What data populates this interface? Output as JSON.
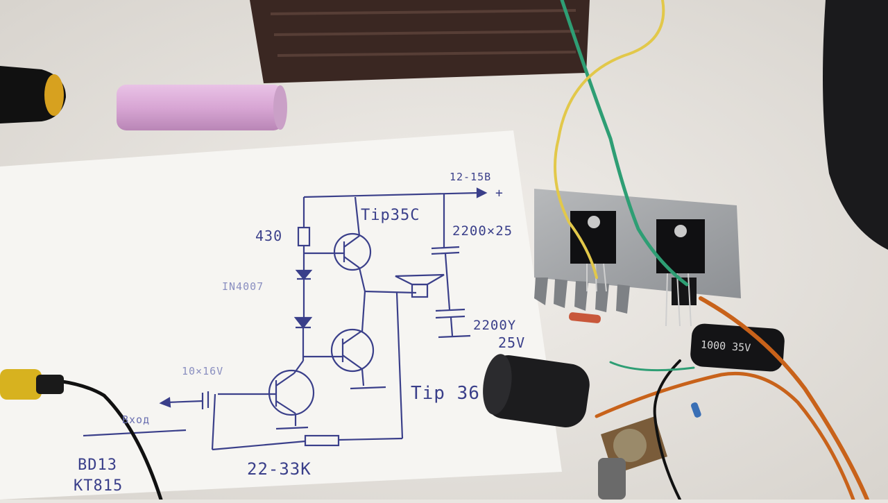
{
  "photo": {
    "subject": "Hand-drawn amplifier schematic next to a hand-built amplifier with heat sink, capacitors and potentiometer",
    "colors": {
      "table": "#e9e6e1",
      "paper": "#f6f5f2",
      "ink": "#3a3f8a",
      "heatsink": "#9a9da0",
      "battery": "#d9a8d6",
      "capacitor": "#1c1c1e",
      "copper_wire": "#c8621a",
      "green_wire": "#2e9e74",
      "yellow_wire": "#e2c84a"
    }
  },
  "schematic": {
    "supply_label": "12-15B",
    "supply_plus": "+",
    "top_transistor": "Tip35C",
    "top_cap": "2200×25",
    "resistor_top": "430",
    "diode_label": "IN4007",
    "bottom_cap_value": "2200Y",
    "bottom_cap_voltage": "25V",
    "input_cap": "10×16V",
    "input_label": "Вход",
    "bottom_transistor": "Tip 36",
    "feedback_resistor": "22-33K",
    "driver_1": "BD13",
    "driver_2": "KT815"
  },
  "component_text": {
    "capacitor_marking": "1000 35V"
  }
}
